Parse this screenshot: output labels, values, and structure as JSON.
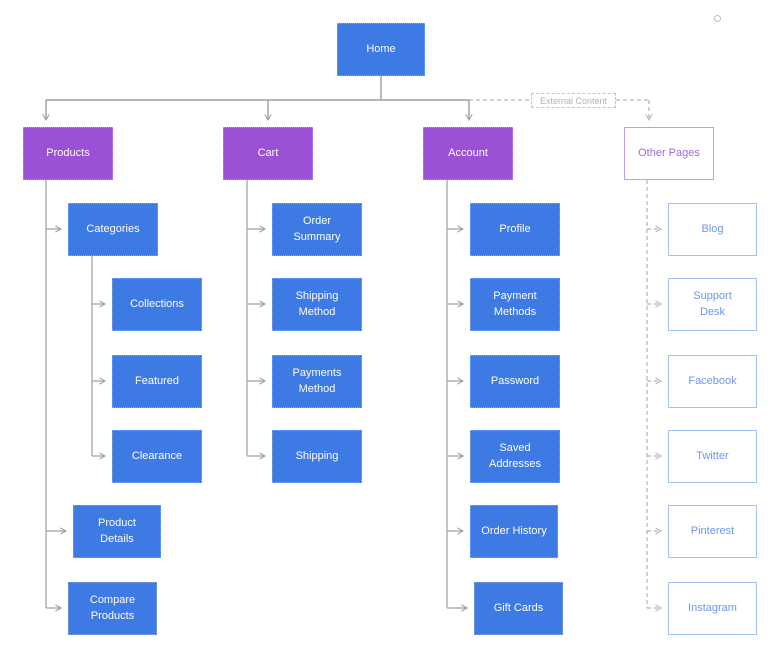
{
  "title": "E-commerce sitemap diagram",
  "colors": {
    "node_blue": "#3d7ae4",
    "node_purple": "#9b51d6",
    "outline_purple_border": "#bd9df1",
    "outline_purple_text": "#a16ae2",
    "outline_blue_border": "#a3c2f4",
    "outline_blue_text": "#6b97ec",
    "line_solid": "#9e9e9e",
    "line_dashed": "#b5b5b5",
    "edge_label_text": "#b3b3b3"
  },
  "nodes": {
    "home": "Home",
    "products": "Products",
    "cart": "Cart",
    "account": "Account",
    "other_pages": "Other Pages",
    "categories": "Categories",
    "collections": "Collections",
    "featured": "Featured",
    "clearance": "Clearance",
    "product_details": "Product\nDetails",
    "compare_products": "Compare\nProducts",
    "order_summary": "Order\nSummary",
    "shipping_method": "Shipping\nMethod",
    "payments_method": "Payments\nMethod",
    "shipping": "Shipping",
    "profile": "Profile",
    "payment_methods": "Payment\nMethods",
    "password": "Password",
    "saved_addresses": "Saved\nAddresses",
    "order_history": "Order History",
    "gift_cards": "Gift Cards",
    "blog": "Blog",
    "support_desk": "Support\nDesk",
    "facebook": "Facebook",
    "twitter": "Twitter",
    "pinterest": "Pinterest",
    "instagram": "Instagram"
  },
  "edge_labels": {
    "external_content": "External Content"
  },
  "sitemap": {
    "root": "Home",
    "branches": [
      {
        "parent": "Home",
        "children": [
          "Products",
          "Cart",
          "Account",
          "Other Pages"
        ]
      },
      {
        "parent": "Products",
        "children": [
          "Categories",
          "Product Details",
          "Compare Products"
        ]
      },
      {
        "parent": "Categories",
        "children": [
          "Collections",
          "Featured",
          "Clearance"
        ]
      },
      {
        "parent": "Cart",
        "children": [
          "Order Summary",
          "Shipping Method",
          "Payments Method",
          "Shipping"
        ]
      },
      {
        "parent": "Account",
        "children": [
          "Profile",
          "Payment Methods",
          "Password",
          "Saved Addresses",
          "Order History",
          "Gift Cards"
        ]
      },
      {
        "parent": "Other Pages",
        "edge_label": "External Content",
        "edge_style": "dashed",
        "children": [
          "Blog",
          "Support Desk",
          "Facebook",
          "Twitter",
          "Pinterest",
          "Instagram"
        ]
      }
    ]
  }
}
